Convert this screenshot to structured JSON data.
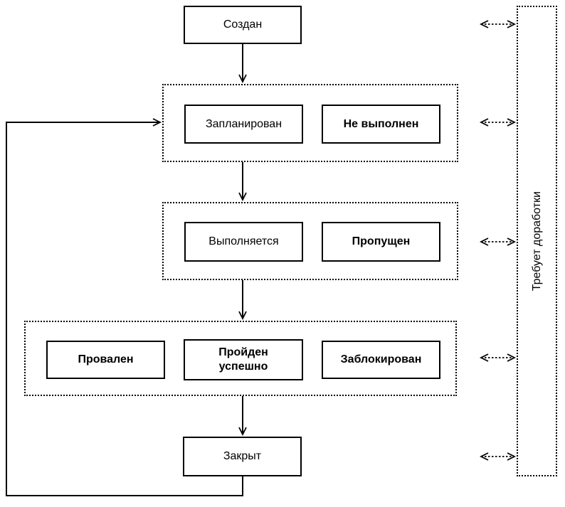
{
  "colors": {
    "line": "#000000",
    "background": "#ffffff"
  },
  "nodes": {
    "created": "Создан",
    "planned": "Запланирован",
    "not_executed": "Не выполнен",
    "in_progress": "Выполняется",
    "skipped": "Пропущен",
    "failed": "Провален",
    "passed": "Пройден успешно",
    "blocked": "Заблокирован",
    "closed": "Закрыт",
    "rework": "Требует доработки"
  },
  "groups": {
    "planned_states": [
      "planned",
      "not_executed"
    ],
    "executing_states": [
      "in_progress",
      "skipped"
    ],
    "result_states": [
      "failed",
      "passed",
      "blocked"
    ]
  },
  "edges": [
    {
      "from": "created",
      "to": "planned_states",
      "type": "solid-arrow"
    },
    {
      "from": "planned_states",
      "to": "executing_states",
      "type": "solid-arrow"
    },
    {
      "from": "executing_states",
      "to": "result_states",
      "type": "solid-arrow"
    },
    {
      "from": "result_states",
      "to": "closed",
      "type": "solid-arrow"
    },
    {
      "from": "closed",
      "to": "planned_states",
      "type": "solid-arrow-loopback"
    },
    {
      "from": "rework",
      "to": "created",
      "type": "dashed-double-arrow"
    },
    {
      "from": "rework",
      "to": "planned_states",
      "type": "dashed-double-arrow"
    },
    {
      "from": "rework",
      "to": "executing_states",
      "type": "dashed-double-arrow"
    },
    {
      "from": "rework",
      "to": "result_states",
      "type": "dashed-double-arrow"
    },
    {
      "from": "rework",
      "to": "closed",
      "type": "dashed-double-arrow"
    }
  ]
}
